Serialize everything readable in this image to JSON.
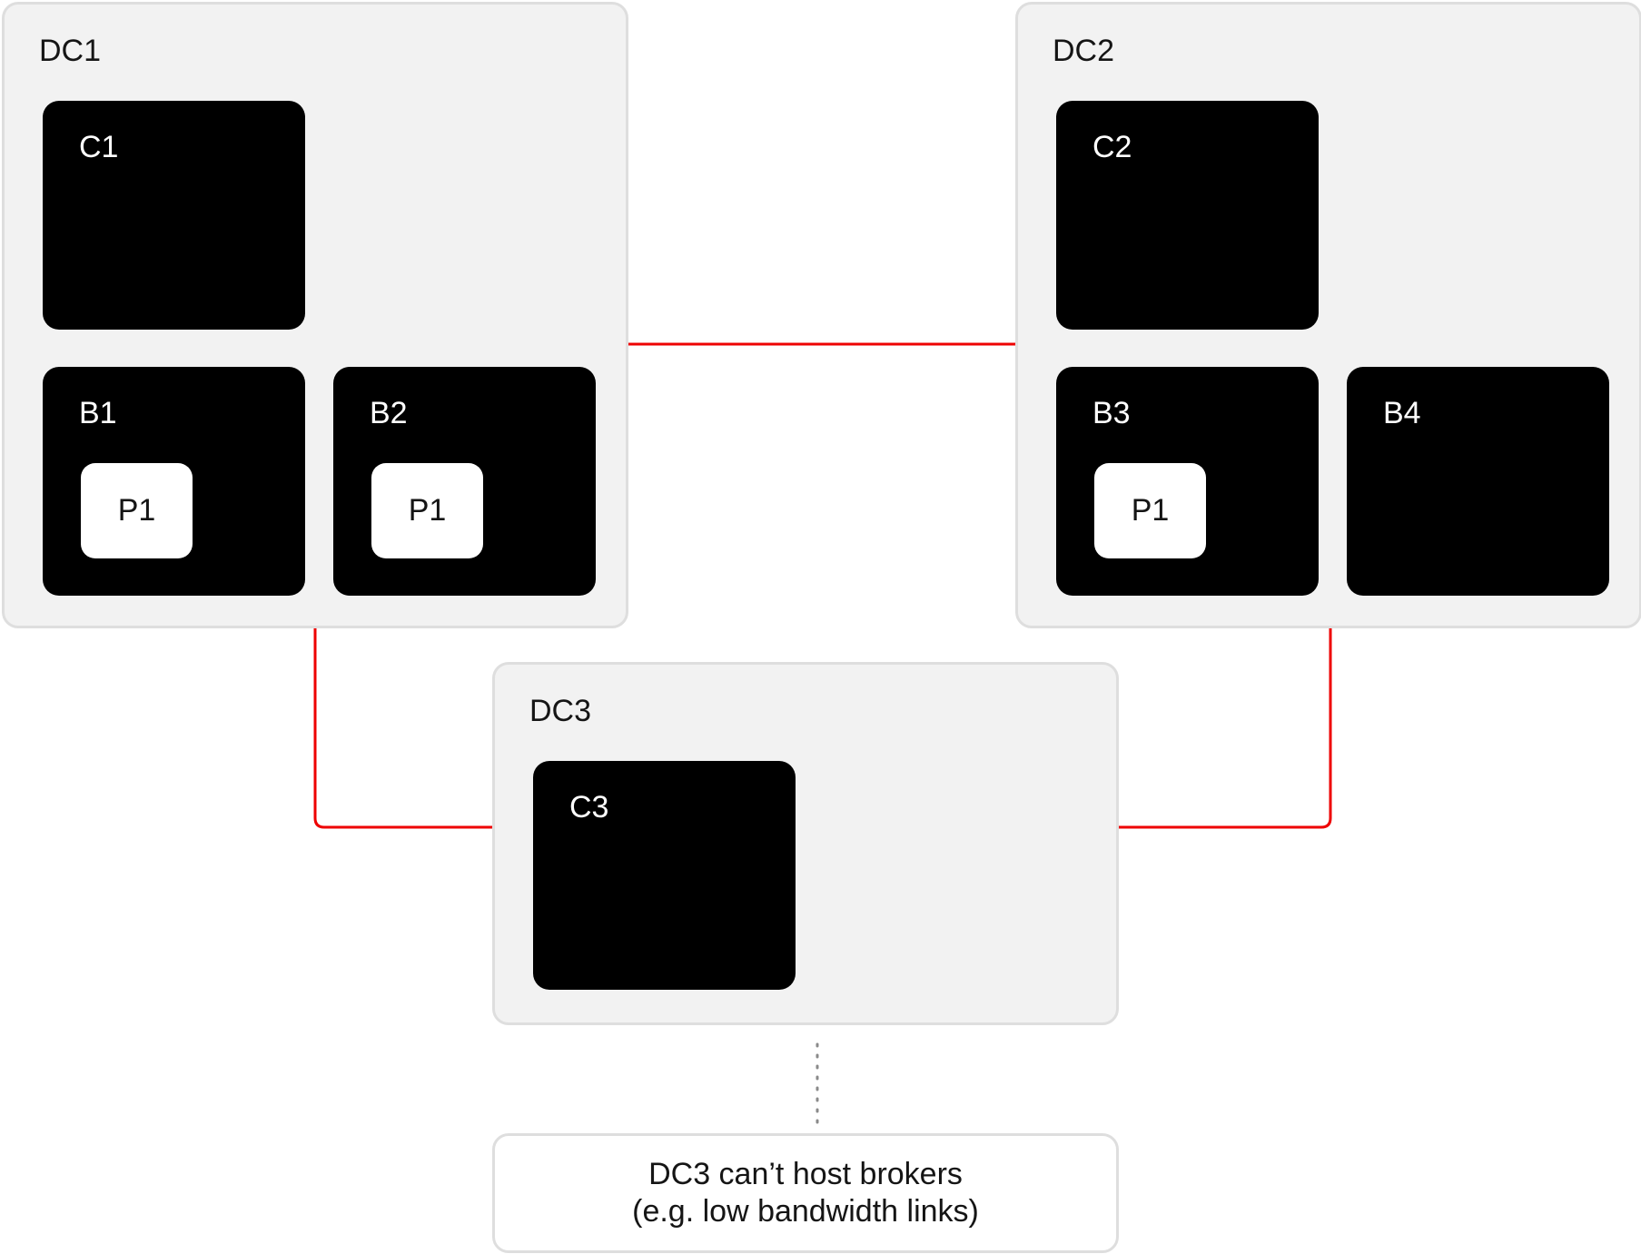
{
  "colors": {
    "link": "#ee0000",
    "datacenter_fill": "#f2f2f2",
    "datacenter_border": "#dedede",
    "node_fill": "#000000",
    "partition_fill": "#ffffff"
  },
  "datacenters": [
    {
      "label": "DC1",
      "controllers": [
        {
          "label": "C1"
        }
      ],
      "brokers": [
        {
          "label": "B1",
          "partitions": [
            "P1"
          ]
        },
        {
          "label": "B2",
          "partitions": [
            "P1"
          ]
        }
      ]
    },
    {
      "label": "DC2",
      "controllers": [
        {
          "label": "C2"
        }
      ],
      "brokers": [
        {
          "label": "B3",
          "partitions": [
            "P1"
          ]
        },
        {
          "label": "B4",
          "partitions": []
        }
      ]
    },
    {
      "label": "DC3",
      "controllers": [
        {
          "label": "C3"
        }
      ],
      "brokers": []
    }
  ],
  "links": [
    {
      "from": "DC1",
      "to": "DC2"
    },
    {
      "from": "DC1",
      "to": "DC3"
    },
    {
      "from": "DC2",
      "to": "DC3"
    }
  ],
  "note": {
    "line1": "DC3 can’t host brokers",
    "line2": "(e.g. low bandwidth links)"
  }
}
